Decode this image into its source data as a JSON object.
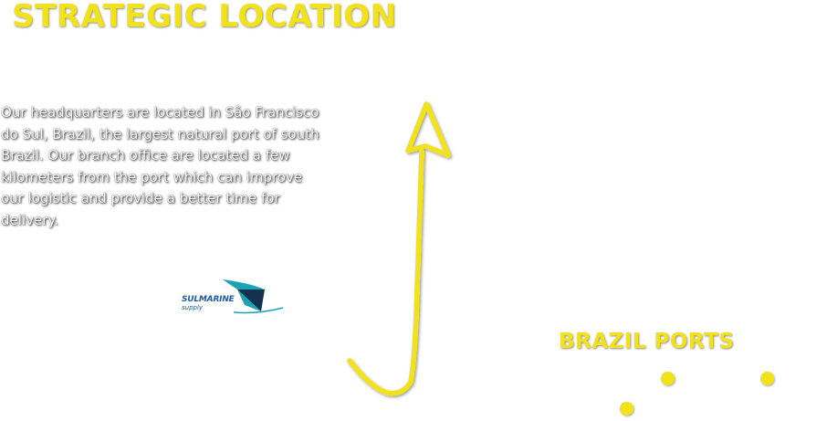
{
  "header": {
    "title": "STRATEGIC LOCATION"
  },
  "main": {
    "description": "Our headquarters are located in São Francisco do Sul, Brazil, the largest natural port of south Brazil. Our branch office are located a few kilometers from the port which can improve our logistic and provide a better time for delivery."
  },
  "logo": {
    "name": "SULMARINE",
    "subtitle": "supply"
  },
  "ports": {
    "title": "BRAZIL PORTS"
  },
  "colors": {
    "accent": "#f2e21a",
    "text": "#ffffff",
    "logo_blue": "#1e5aa8",
    "logo_teal": "#1aa3b5"
  },
  "icons": {
    "arrow": "up-arrow-icon",
    "port_marker": "map-dot-icon"
  }
}
